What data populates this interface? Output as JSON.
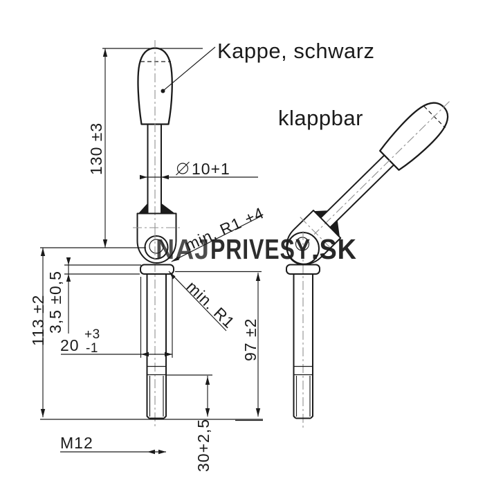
{
  "annotations": {
    "cap_label": "Kappe, schwarz",
    "foldable_label": "klappbar"
  },
  "dimensions": {
    "overall_upper": "130 ±3",
    "shaft_diameter": "10+1",
    "fold_radius_open": "min. R1 +4",
    "fold_radius": "min. R1",
    "lower_length": "113 ±2",
    "collar_thickness": "3,5 ±0,5",
    "collar_diameter": "20",
    "collar_diameter_tol_upper": "+3",
    "collar_diameter_tol_lower": "-1",
    "rod_length": "97 ±2",
    "thread_length": "30+2,5",
    "thread_designation": "M12"
  },
  "watermark": {
    "part_1": "NAJ",
    "part_2": "PRIVESY",
    "part_3": ".SK",
    "color_1": "#f09cb1",
    "color_2": "#d7d7d7",
    "color_3": "#8a8a8a"
  },
  "icons": {
    "diameter_symbol": "diameter-symbol"
  }
}
